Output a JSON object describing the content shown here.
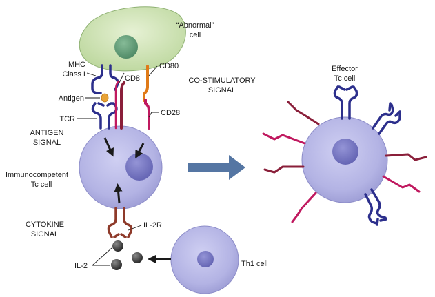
{
  "labels": {
    "abnormal_cell_line1": "“Abnormal”",
    "abnormal_cell_line2": "cell",
    "mhc_line1": "MHC",
    "mhc_line2": "Class I",
    "cd8": "CD8",
    "cd80": "CD80",
    "antigen": "Antigen",
    "costim_line1": "CO-STIMULATORY",
    "costim_line2": "SIGNAL",
    "tcr": "TCR",
    "cd28": "CD28",
    "antigen_signal_line1": "ANTIGEN",
    "antigen_signal_line2": "SIGNAL",
    "immuno_line1": "Immunocompetent",
    "immuno_line2": "Tc cell",
    "cytokine_line1": "CYTOKINE",
    "cytokine_line2": "SIGNAL",
    "il2r": "IL-2R",
    "il2": "IL-2",
    "th1": "Th1 cell",
    "effector_line1": "Effector",
    "effector_line2": "Tc cell"
  },
  "colors": {
    "abnormal_cell": "#d3e6b8",
    "abnormal_nucleus": "#5f9a76",
    "tc_cell": "#b7b6e6",
    "tc_nucleus": "#7878c4",
    "mhc_receptor": "#2c2f8c",
    "cd8_cd28": "#c0195f",
    "cd80": "#e07a18",
    "il2r": "#8e3a2a",
    "antigen": "#e8a236",
    "dark_red_receptor": "#8a1f3a",
    "main_arrow": "#5576a3",
    "il2_particle": "#3c3c3c"
  }
}
